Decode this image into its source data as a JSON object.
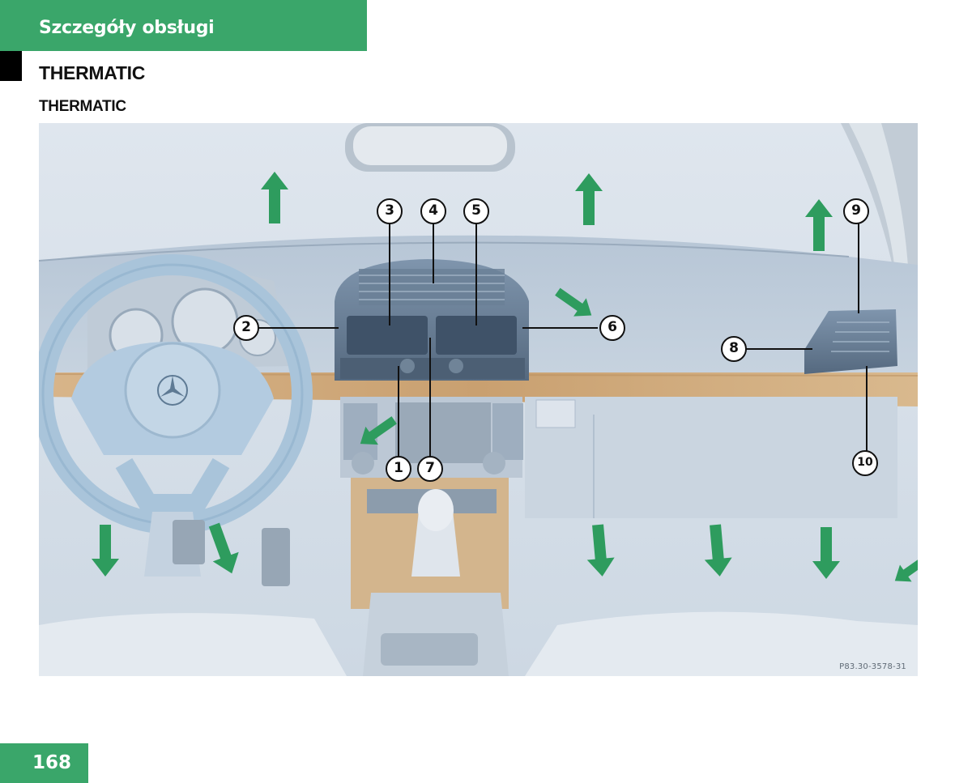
{
  "header": {
    "section": "Szczegóły obsługi"
  },
  "titles": {
    "heading": "THERMATIC",
    "subheading": "THERMATIC"
  },
  "figure": {
    "code": "P83.30-3578-31",
    "callouts": [
      "1",
      "2",
      "3",
      "4",
      "5",
      "6",
      "7",
      "8",
      "9",
      "10"
    ]
  },
  "footer": {
    "page_number": "168"
  },
  "colors": {
    "accent": "#3aa66a",
    "arrow": "#2e9c5e"
  }
}
